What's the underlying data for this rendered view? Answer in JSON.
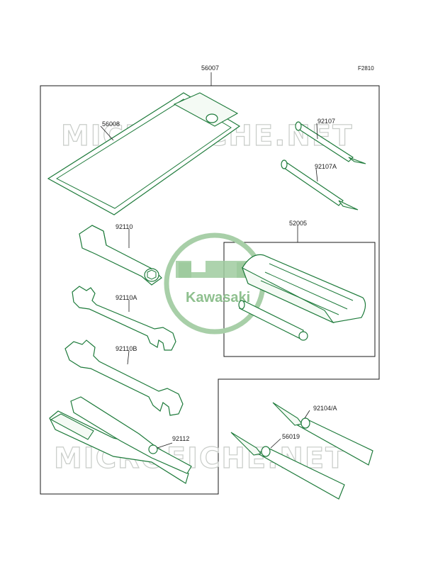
{
  "diagram": {
    "ref_code": "F2810",
    "watermark": "MICROFICHE.NET",
    "logo": "Kawasaki",
    "parts": {
      "p56007": "56007",
      "p56008": "56008",
      "p92107": "92107",
      "p92107A": "92107A",
      "p92110": "92110",
      "p52005": "52005",
      "p92110A": "92110A",
      "p92110B": "92110B",
      "p92104A": "92104/A",
      "p56019": "56019",
      "p92112": "92112"
    },
    "colors": {
      "line": "#1d7a3a",
      "watermark": "#c8ccc8",
      "logo": "#8fc08f"
    }
  }
}
